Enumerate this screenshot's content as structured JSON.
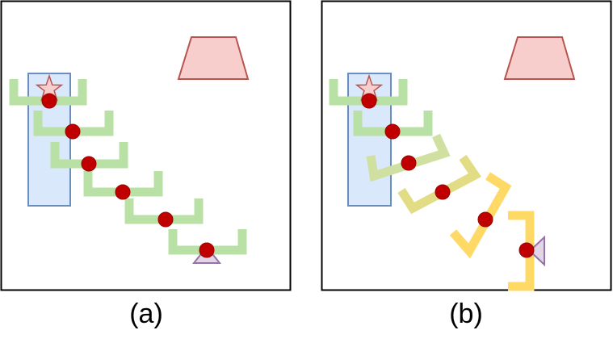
{
  "panels": [
    {
      "id": "a",
      "caption": "(a)"
    },
    {
      "id": "b",
      "caption": "(b)"
    }
  ],
  "colors": {
    "frame": "#000000",
    "region": "#dae8fc",
    "region_stroke": "#6c8ebf",
    "goal_fill": "#f8cecc",
    "goal_stroke": "#b85450",
    "gripper_green": "#b9e0a5",
    "gripper_olive": "#d6d67a",
    "gripper_yellow": "#ffd966",
    "waypoint": "#c00000",
    "waypoint_stroke": "#990000",
    "marker_fill": "#e1d5e7",
    "marker_stroke": "#9673a6"
  },
  "icons": [
    "star-icon",
    "triangle-icon",
    "trapezoid-icon"
  ]
}
